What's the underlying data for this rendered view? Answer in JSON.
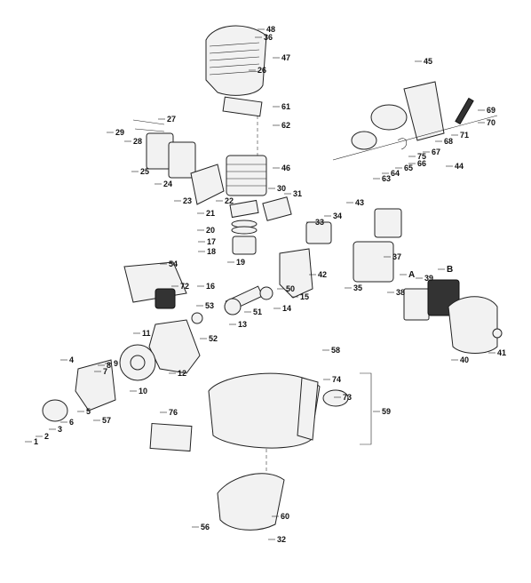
{
  "diagram": {
    "type": "exploded-parts-view",
    "part_numbers": [
      "1",
      "2",
      "3",
      "4",
      "5",
      "6",
      "7",
      "8",
      "9",
      "10",
      "11",
      "12",
      "13",
      "14",
      "15",
      "16",
      "17",
      "18",
      "19",
      "20",
      "21",
      "22",
      "23",
      "24",
      "25",
      "26",
      "27",
      "28",
      "29",
      "30",
      "31",
      "32",
      "33",
      "34",
      "35",
      "36",
      "37",
      "38",
      "39",
      "40",
      "41",
      "42",
      "43",
      "44",
      "45",
      "46",
      "47",
      "48",
      "50",
      "51",
      "52",
      "53",
      "54",
      "56",
      "57",
      "58",
      "59",
      "60",
      "61",
      "62",
      "63",
      "64",
      "65",
      "66",
      "67",
      "68",
      "69",
      "70",
      "71",
      "72",
      "73",
      "74",
      "75",
      "76"
    ],
    "letter_labels": [
      "A",
      "B"
    ]
  }
}
